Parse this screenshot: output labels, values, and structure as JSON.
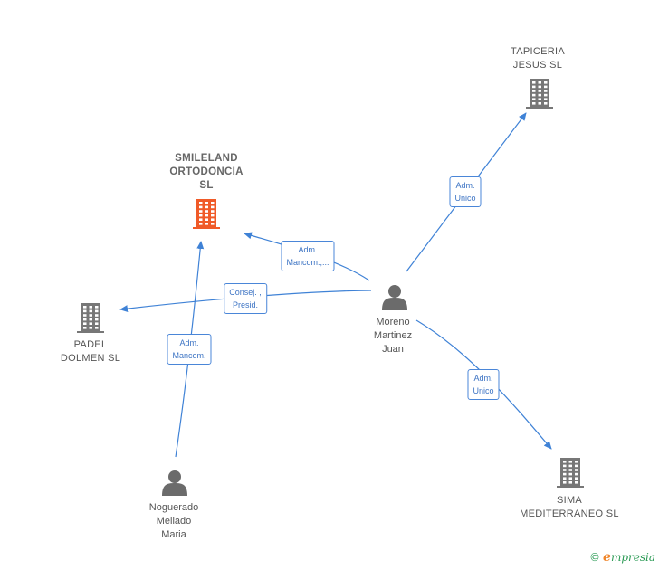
{
  "colors": {
    "edge": "#3f82d6",
    "company": "#777777",
    "highlight": "#f05a28",
    "person": "#6b6b6b"
  },
  "nodes": [
    {
      "id": "smileland",
      "kind": "company",
      "highlight": true,
      "icon": "building-icon",
      "lines": [
        "SMILELAND",
        "ORTODONCIA",
        "SL"
      ]
    },
    {
      "id": "tapiceria",
      "kind": "company",
      "icon": "building-icon",
      "lines": [
        "TAPICERIA",
        "JESUS  SL"
      ]
    },
    {
      "id": "padel",
      "kind": "company",
      "icon": "building-icon",
      "lines": [
        "PADEL",
        "DOLMEN SL"
      ]
    },
    {
      "id": "sima",
      "kind": "company",
      "icon": "building-icon",
      "lines": [
        "SIMA",
        "MEDITERRANEO SL"
      ]
    },
    {
      "id": "moreno",
      "kind": "person",
      "icon": "person-icon",
      "lines": [
        "Moreno",
        "Martinez",
        "Juan"
      ]
    },
    {
      "id": "noguerado",
      "kind": "person",
      "icon": "person-icon",
      "lines": [
        "Noguerado",
        "Mellado",
        "Maria"
      ]
    }
  ],
  "edges": [
    {
      "from": "moreno",
      "to": "smileland",
      "lines": [
        "Adm.",
        "Mancom.,..."
      ]
    },
    {
      "from": "moreno",
      "to": "tapiceria",
      "lines": [
        "Adm.",
        "Unico"
      ]
    },
    {
      "from": "moreno",
      "to": "padel",
      "lines": [
        "Consej. ,",
        "Presid."
      ]
    },
    {
      "from": "moreno",
      "to": "sima",
      "lines": [
        "Adm.",
        "Unico"
      ]
    },
    {
      "from": "noguerado",
      "to": "smileland",
      "lines": [
        "Adm.",
        "Mancom."
      ]
    }
  ],
  "brand": {
    "copyright": "©",
    "name_first": "e",
    "name_rest": "mpresia"
  }
}
